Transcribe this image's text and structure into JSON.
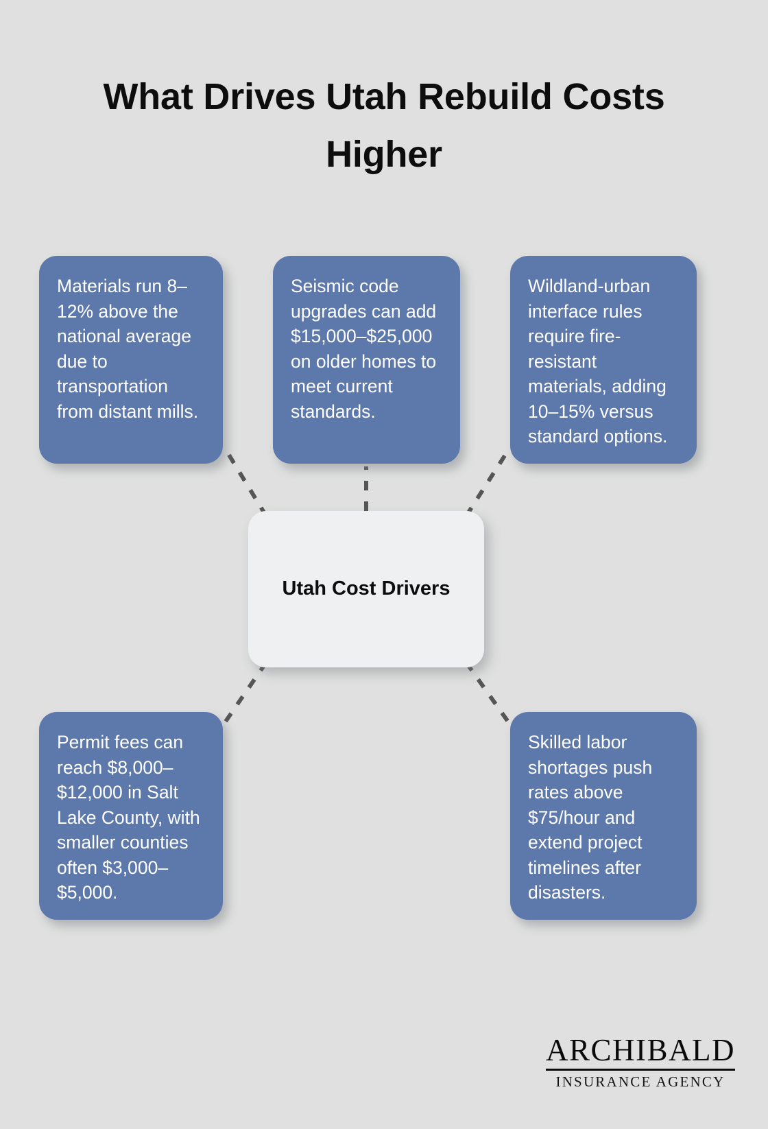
{
  "page": {
    "background_color": "#dfe0df",
    "title": "What Drives Utah Rebuild Costs Higher"
  },
  "center_node": {
    "label": "Utah Cost Drivers",
    "background_color": "#eff0f1",
    "text_color": "#0d0d0d"
  },
  "style": {
    "card_color": "#5d78ab",
    "card_text_color": "#ffffff",
    "connector_color": "#555555",
    "connector_style": "dashed"
  },
  "nodes": [
    {
      "id": "materials",
      "position": "top-left",
      "text": "Materials run 8–12% above the national average due to transportation from distant mills."
    },
    {
      "id": "seismic",
      "position": "top-center",
      "text": "Seismic code upgrades can add $15,000–$25,000 on older homes to meet current standards."
    },
    {
      "id": "wildland",
      "position": "top-right",
      "text": "Wildland-urban interface rules require fire-resistant materials, adding 10–15% versus standard options."
    },
    {
      "id": "permits",
      "position": "bottom-left",
      "text": "Permit fees can reach $8,000–$12,000 in Salt Lake County, with smaller counties often $3,000–$5,000."
    },
    {
      "id": "labor",
      "position": "bottom-right",
      "text": "Skilled labor shortages push rates above $75/hour and extend project timelines after disasters."
    }
  ],
  "logo": {
    "name": "ARCHIBALD",
    "tagline": "INSURANCE AGENCY"
  }
}
